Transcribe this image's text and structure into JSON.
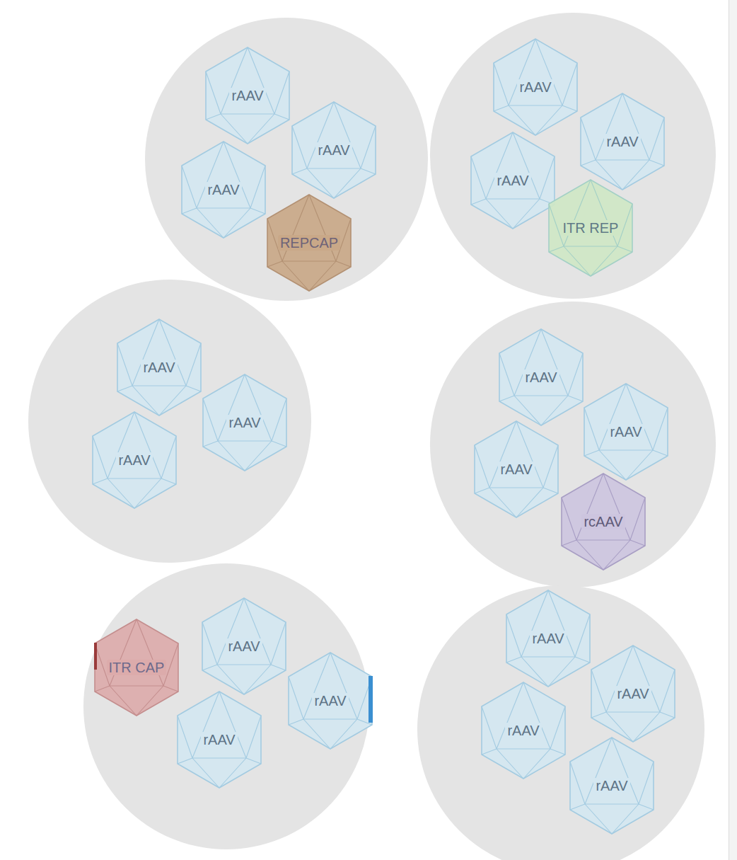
{
  "diagram": {
    "nodes": [
      {
        "text": []
      },
      {
        "text": [
          "rAAV"
        ],
        "in": 0
      },
      {
        "text": [
          "rAAV"
        ],
        "in": 0
      },
      {
        "text": [
          "rAAV"
        ],
        "in": 0
      },
      {
        "text": [
          "REPCAP"
        ],
        "in": 0
      },
      {
        "text": []
      },
      {
        "text": [
          "rAAV"
        ],
        "in": 5
      },
      {
        "text": [
          "rAAV"
        ],
        "in": 5
      },
      {
        "text": [
          "rAAV"
        ],
        "in": 5
      },
      {
        "text": [
          "ITR REP"
        ],
        "in": 5
      },
      {
        "text": []
      },
      {
        "text": [
          "rAAV"
        ],
        "in": 10
      },
      {
        "text": [
          "rAAV"
        ],
        "in": 10
      },
      {
        "text": [
          "rAAV"
        ],
        "in": 10
      },
      {
        "text": []
      },
      {
        "text": [
          "rAAV"
        ],
        "in": 14
      },
      {
        "text": [
          "rAAV"
        ],
        "in": 14
      },
      {
        "text": [
          "rAAV"
        ],
        "in": 14
      },
      {
        "text": [
          "rcAAV"
        ],
        "in": 14
      },
      {
        "text": []
      },
      {
        "text": [
          "rAAV"
        ],
        "in": 19
      },
      {
        "text": [
          "ITR CAP"
        ],
        "in": 19
      },
      {
        "text": [
          "rAAV"
        ],
        "in": 19
      },
      {
        "text": [
          "rAAV"
        ],
        "in": 19
      },
      {
        "text": []
      },
      {
        "text": [
          "rAAV"
        ],
        "in": 24
      },
      {
        "text": [
          "rAAV"
        ],
        "in": 24
      },
      {
        "text": [
          "rAAV"
        ],
        "in": 24
      },
      {
        "text": [
          "rAAV"
        ],
        "in": 24
      }
    ]
  }
}
